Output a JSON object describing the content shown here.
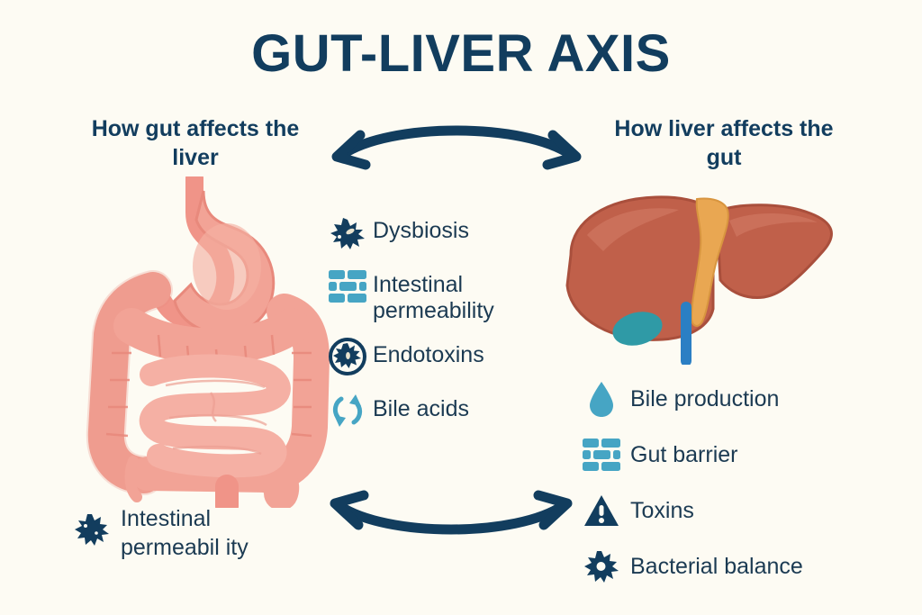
{
  "title": "GUT-LIVER AXIS",
  "background_color": "#fdfbf3",
  "colors": {
    "navy": "#123d5e",
    "text_navy": "#1b3a52",
    "teal": "#46a5c4",
    "gut_pink": "#f09488",
    "gut_pink_light": "#f5b0a4",
    "liver_red": "#c0604a",
    "liver_ligament": "#e9a752",
    "gallbladder_teal": "#2f9aa6",
    "vein_blue": "#2b7fc4"
  },
  "headings": {
    "left": "How gut affects the liver",
    "right": "How liver affects the gut"
  },
  "arrows": {
    "top": {
      "name": "bidirectional-arrow-top",
      "direction": "both",
      "curve": "arc-up"
    },
    "bottom": {
      "name": "bidirectional-arrow-bottom",
      "direction": "both",
      "curve": "arc-down"
    }
  },
  "illustrations": {
    "gut": {
      "name": "digestive-system-illustration",
      "label": "Stomach and intestines"
    },
    "liver": {
      "name": "liver-illustration",
      "label": "Liver with gallbladder"
    }
  },
  "center_list": [
    {
      "icon": "bacteria-icon",
      "icon_color": "#123d5e",
      "label": "Dysbiosis"
    },
    {
      "icon": "brick-wall-icon",
      "icon_color": "#46a5c4",
      "label": "Intestinal permeability"
    },
    {
      "icon": "virus-circle-icon",
      "icon_color": "#123d5e",
      "label": "Endotoxins"
    },
    {
      "icon": "recycle-cycle-icon",
      "icon_color": "#46a5c4",
      "label": "Bile acids"
    }
  ],
  "right_list": [
    {
      "icon": "water-drop-icon",
      "icon_color": "#46a5c4",
      "label": "Bile production"
    },
    {
      "icon": "brick-wall-icon",
      "icon_color": "#46a5c4",
      "label": "Gut barrier"
    },
    {
      "icon": "warning-triangle-icon",
      "icon_color": "#123d5e",
      "label": "Toxins"
    },
    {
      "icon": "bacteria-icon",
      "icon_color": "#123d5e",
      "label": "Bacterial balance"
    }
  ],
  "gut_caption": {
    "icon": "bacteria-icon",
    "icon_color": "#123d5e",
    "line1": "Intestinal",
    "line2": "permeabil ity"
  }
}
